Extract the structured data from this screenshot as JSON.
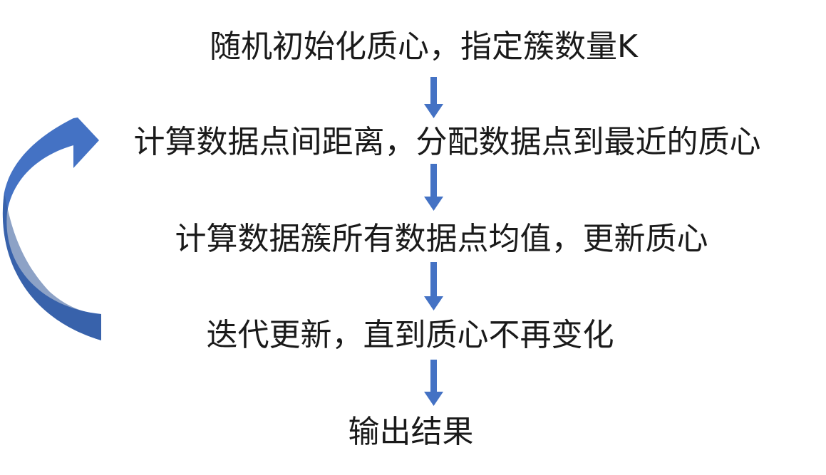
{
  "flowchart": {
    "steps": [
      {
        "label": "随机初始化质心，指定簇数量K"
      },
      {
        "label": "计算数据点间距离，分配数据点到最近的质心"
      },
      {
        "label": "计算数据簇所有数据点均值，更新质心"
      },
      {
        "label": "迭代更新，直到质心不再变化"
      },
      {
        "label": "输出结果"
      }
    ]
  },
  "colors": {
    "arrow": "#4472C4",
    "loop_arrow": "#4472C4",
    "text": "#1a1a1a",
    "background": "#ffffff"
  }
}
